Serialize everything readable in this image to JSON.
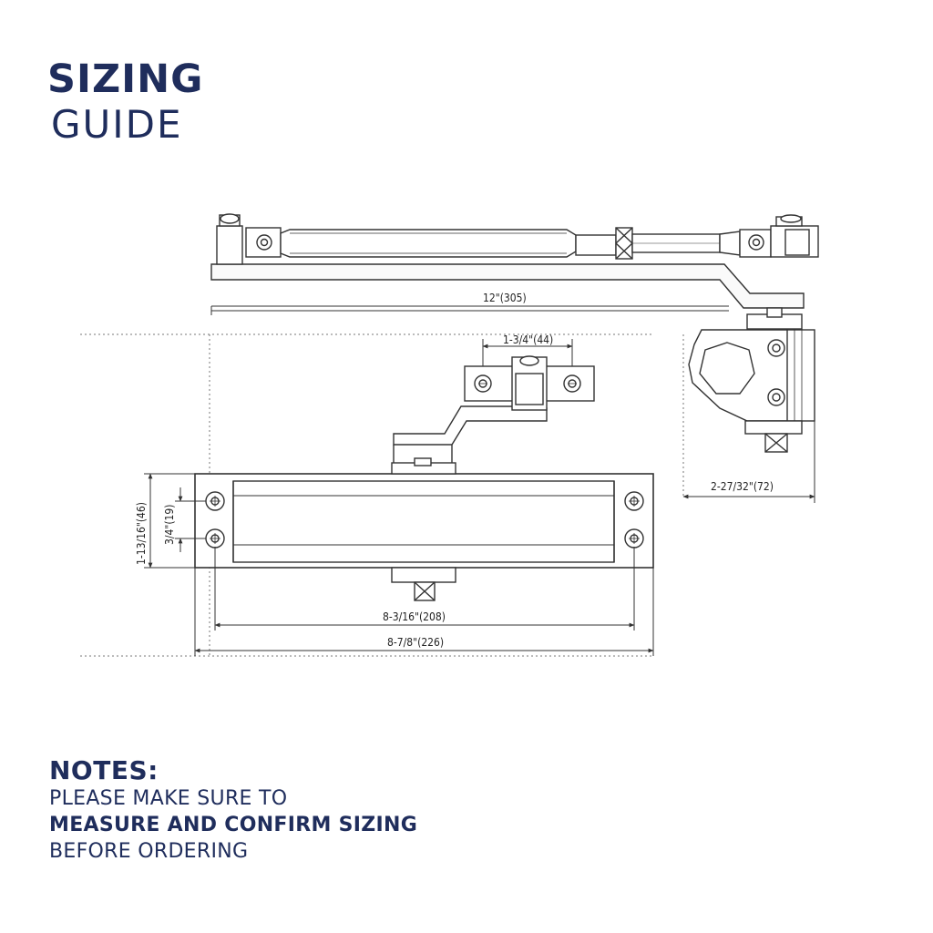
{
  "title": {
    "line1": "SIZING",
    "line2": "GUIDE"
  },
  "dimensions": {
    "arm_length": "12\"(305)",
    "bracket_hole_spacing": "1-3/4\"(44)",
    "body_height": "1-13/16\"(46)",
    "mount_hole_spacing_vertical": "3/4\"(19)",
    "shoe_depth": "2-27/32\"(72)",
    "mount_hole_spacing_horizontal": "8-3/16\"(208)",
    "body_length": "8-7/8\"(226)"
  },
  "notes": {
    "heading": "NOTES:",
    "line1": "PLEASE MAKE SURE TO",
    "line2": "MEASURE AND CONFIRM SIZING",
    "line3": "BEFORE ORDERING"
  },
  "colors": {
    "brand_navy": "#1f2d5c",
    "line": "#333333"
  }
}
